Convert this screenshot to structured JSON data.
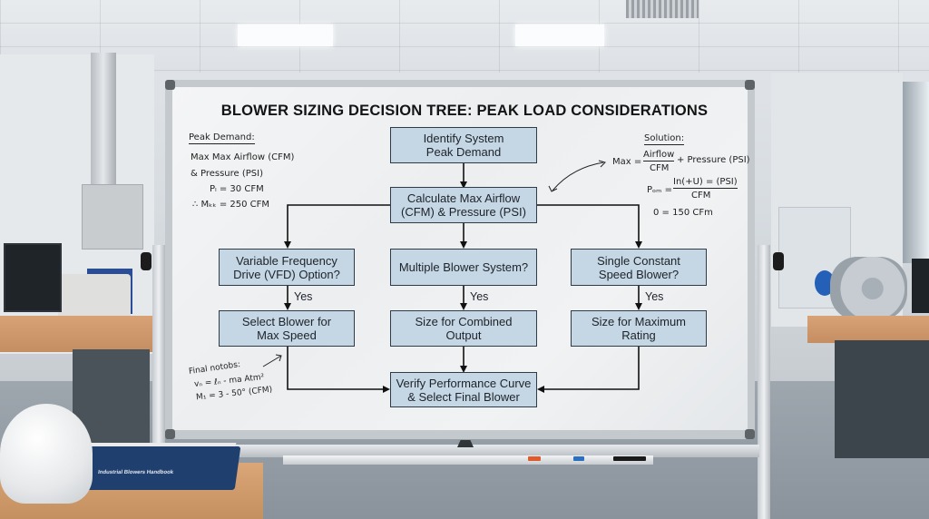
{
  "scene": {
    "description": "Office room with a mobile whiteboard showing a flowchart",
    "book_title": "Industrial Blowers Handbook"
  },
  "whiteboard": {
    "title": "BLOWER SIZING DECISION TREE: PEAK LOAD CONSIDERATIONS",
    "flowchart": {
      "start": "Identify System\nPeak Demand",
      "calculate": "Calculate Max Airflow\n(CFM) & Pressure (PSI)",
      "branches": [
        {
          "question": "Variable Frequency\nDrive (VFD) Option?",
          "edge_label": "Yes",
          "action": "Select Blower for\nMax Speed"
        },
        {
          "question": "Multiple Blower System?",
          "edge_label": "Yes",
          "action": "Size for Combined\nOutput"
        },
        {
          "question": "Single Constant\nSpeed Blower?",
          "edge_label": "Yes",
          "action": "Size for Maximum\nRating"
        }
      ],
      "end": "Verify Performance Curve\n& Select Final Blower"
    },
    "notes_left": {
      "heading": "Peak Demand:",
      "lines": [
        "Max Max Airflow (CFM)",
        "& Pressure (PSI)",
        "Pₗ = 30 CFM",
        "∴ Mₖₖ = 250 CFM"
      ]
    },
    "notes_right": {
      "heading": "Solution:",
      "line1_lhs": "Max =",
      "line1_num": "Airflow",
      "line1_den": "CFM",
      "line1_rhs": "+ Pressure (PSI)",
      "line2_lhs": "Pₒₘ =",
      "line2_num": "In(+U) = (PSI)",
      "line2_den": "CFM",
      "line3": "0 = 150 CFm"
    },
    "notes_bottom": {
      "heading": "Final notobs:",
      "lines": [
        "vₙ = ℓₙ - ma Atm²",
        "M₁ = 3 - 50° (CFM)"
      ]
    }
  },
  "colors": {
    "box_fill": "#c5d6e4",
    "box_border": "#2f3b46",
    "marker_red": "#e05a2b",
    "marker_blue": "#2b6fc2",
    "marker_black": "#1a1a1a"
  }
}
